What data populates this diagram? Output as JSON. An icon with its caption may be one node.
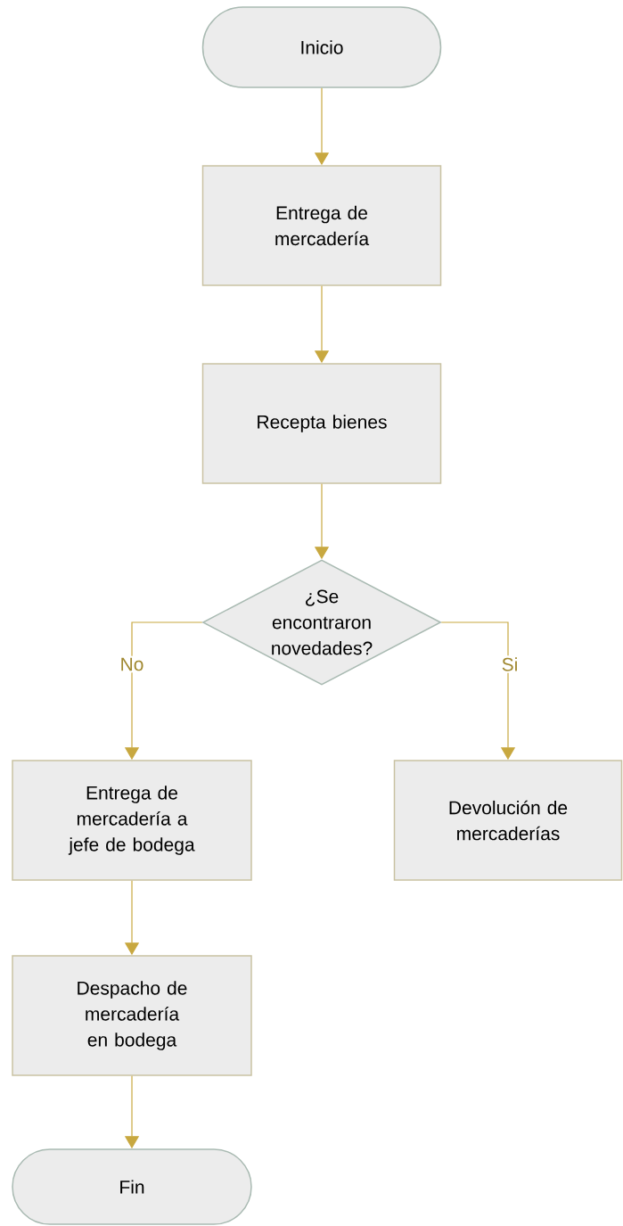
{
  "diagram": {
    "nodes": [
      {
        "text": [
          "Inicio"
        ]
      },
      {
        "text": [
          "Entrega de mercadería"
        ]
      },
      {
        "text": [
          "Recepta bienes"
        ]
      },
      {
        "text": [
          "¿Se encontraron novedades?"
        ]
      },
      {
        "text": [
          "Entrega de mercadería a jefe de bodega"
        ]
      },
      {
        "text": [
          "Devolución de mercaderías"
        ]
      },
      {
        "text": [
          "Despacho de mercadería en bodega"
        ]
      },
      {
        "text": [
          "Fin"
        ]
      }
    ],
    "edges": [
      {
        "from": 0,
        "to": 1,
        "arrow": "to"
      },
      {
        "from": 1,
        "to": 2,
        "arrow": "to"
      },
      {
        "from": 2,
        "to": 3,
        "arrow": "to"
      },
      {
        "from": 3,
        "to": 4,
        "arrow": "to",
        "label": "No"
      },
      {
        "from": 3,
        "to": 5,
        "arrow": "to",
        "label": "Si"
      },
      {
        "from": 4,
        "to": 6,
        "arrow": "to"
      },
      {
        "from": 6,
        "to": 7,
        "arrow": "to"
      }
    ]
  }
}
